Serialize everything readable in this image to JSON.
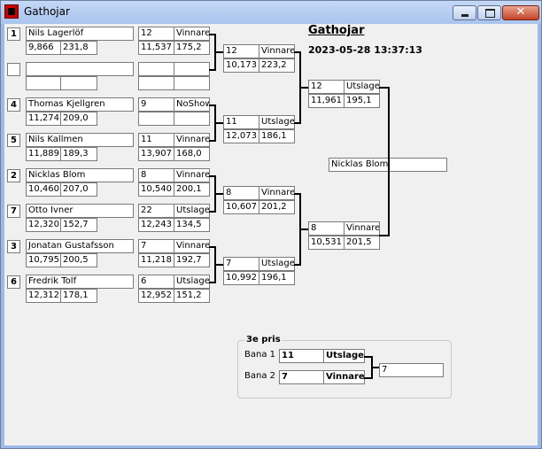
{
  "window": {
    "title": "Gathojar"
  },
  "heading": "Gathojar",
  "datetime": "2023-05-28 13:37:13",
  "round1": [
    {
      "seed": "1",
      "name": "Nils Lagerlöf",
      "v1": "9,866",
      "v2": "231,8"
    },
    {
      "seed": "",
      "name": "",
      "v1": "",
      "v2": ""
    },
    {
      "seed": "4",
      "name": "Thomas Kjellgren",
      "v1": "11,274",
      "v2": "209,0"
    },
    {
      "seed": "5",
      "name": "Nils Kallmen",
      "v1": "11,889",
      "v2": "189,3"
    },
    {
      "seed": "2",
      "name": "Nicklas Blom",
      "v1": "10,460",
      "v2": "207,0"
    },
    {
      "seed": "7",
      "name": "Otto Ivner",
      "v1": "12,320",
      "v2": "152,7"
    },
    {
      "seed": "3",
      "name": "Jonatan Gustafsson",
      "v1": "10,795",
      "v2": "200,5"
    },
    {
      "seed": "6",
      "name": "Fredrik Tolf",
      "v1": "12,312",
      "v2": "178,1"
    }
  ],
  "round2": [
    {
      "num": "12",
      "status": "Vinnare",
      "v1": "11,537",
      "v2": "175,2"
    },
    {
      "num": "",
      "status": "",
      "v1": "",
      "v2": ""
    },
    {
      "num": "9",
      "status": "NoShow",
      "v1": "",
      "v2": ""
    },
    {
      "num": "11",
      "status": "Vinnare",
      "v1": "13,907",
      "v2": "168,0"
    },
    {
      "num": "8",
      "status": "Vinnare",
      "v1": "10,540",
      "v2": "200,1"
    },
    {
      "num": "22",
      "status": "Utslager",
      "v1": "12,243",
      "v2": "134,5"
    },
    {
      "num": "7",
      "status": "Vinnare",
      "v1": "11,218",
      "v2": "192,7"
    },
    {
      "num": "6",
      "status": "Utslager",
      "v1": "12,952",
      "v2": "151,2"
    }
  ],
  "round3": [
    {
      "num": "12",
      "status": "Vinnare",
      "v1": "10,173",
      "v2": "223,2"
    },
    {
      "num": "11",
      "status": "Utslager",
      "v1": "12,073",
      "v2": "186,1"
    },
    {
      "num": "8",
      "status": "Vinnare",
      "v1": "10,607",
      "v2": "201,2"
    },
    {
      "num": "7",
      "status": "Utslager",
      "v1": "10,992",
      "v2": "196,1"
    }
  ],
  "round4": [
    {
      "num": "12",
      "status": "Utslager",
      "v1": "11,961",
      "v2": "195,1"
    },
    {
      "num": "8",
      "status": "Vinnare",
      "v1": "10,531",
      "v2": "201,5"
    }
  ],
  "winner": "Nicklas Blom",
  "third": {
    "label": "3e pris",
    "lane1_label": "Bana 1",
    "lane1_num": "11",
    "lane1_status": "Utslager",
    "lane2_label": "Bana 2",
    "lane2_num": "7",
    "lane2_status": "Vinnare",
    "result": "7"
  }
}
